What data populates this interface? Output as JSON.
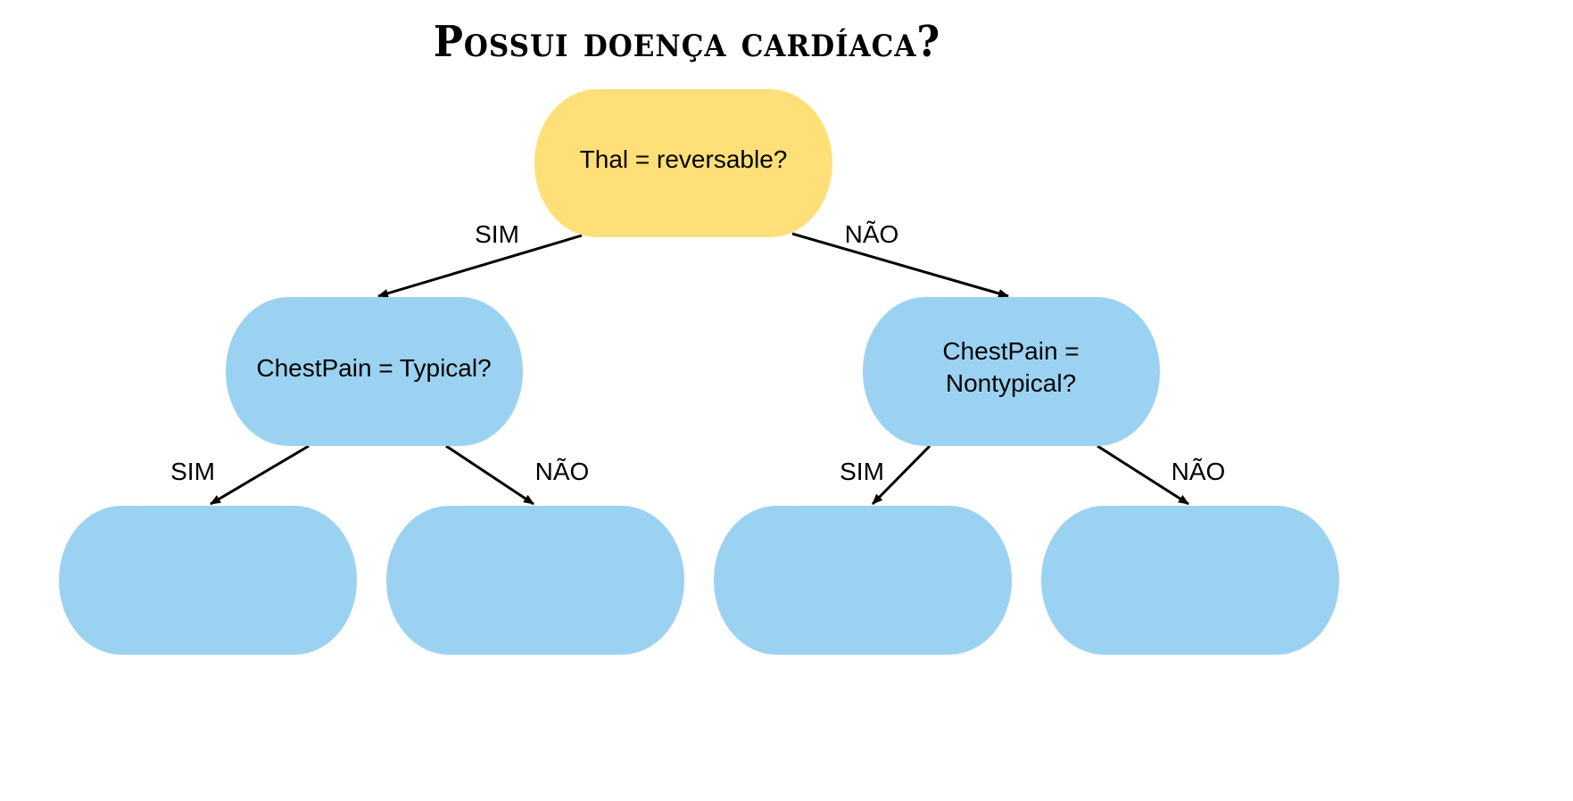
{
  "title": "Possui doença cardíaca?",
  "colors": {
    "root_fill": "#FFDF77",
    "node_fill": "#9CD2F1",
    "edge": "#000000"
  },
  "nodes": {
    "root": {
      "lines": [
        "Thal = reversable?"
      ]
    },
    "left": {
      "lines": [
        "ChestPain = Typical?"
      ]
    },
    "right": {
      "lines": [
        "ChestPain =",
        "Nontypical?"
      ]
    },
    "leaf1": {
      "lines": []
    },
    "leaf2": {
      "lines": []
    },
    "leaf3": {
      "lines": []
    },
    "leaf4": {
      "lines": []
    }
  },
  "edges": {
    "root_left": "SIM",
    "root_right": "NÃO",
    "left_leaf1": "SIM",
    "left_leaf2": "NÃO",
    "right_leaf3": "SIM",
    "right_leaf4": "NÃO"
  }
}
